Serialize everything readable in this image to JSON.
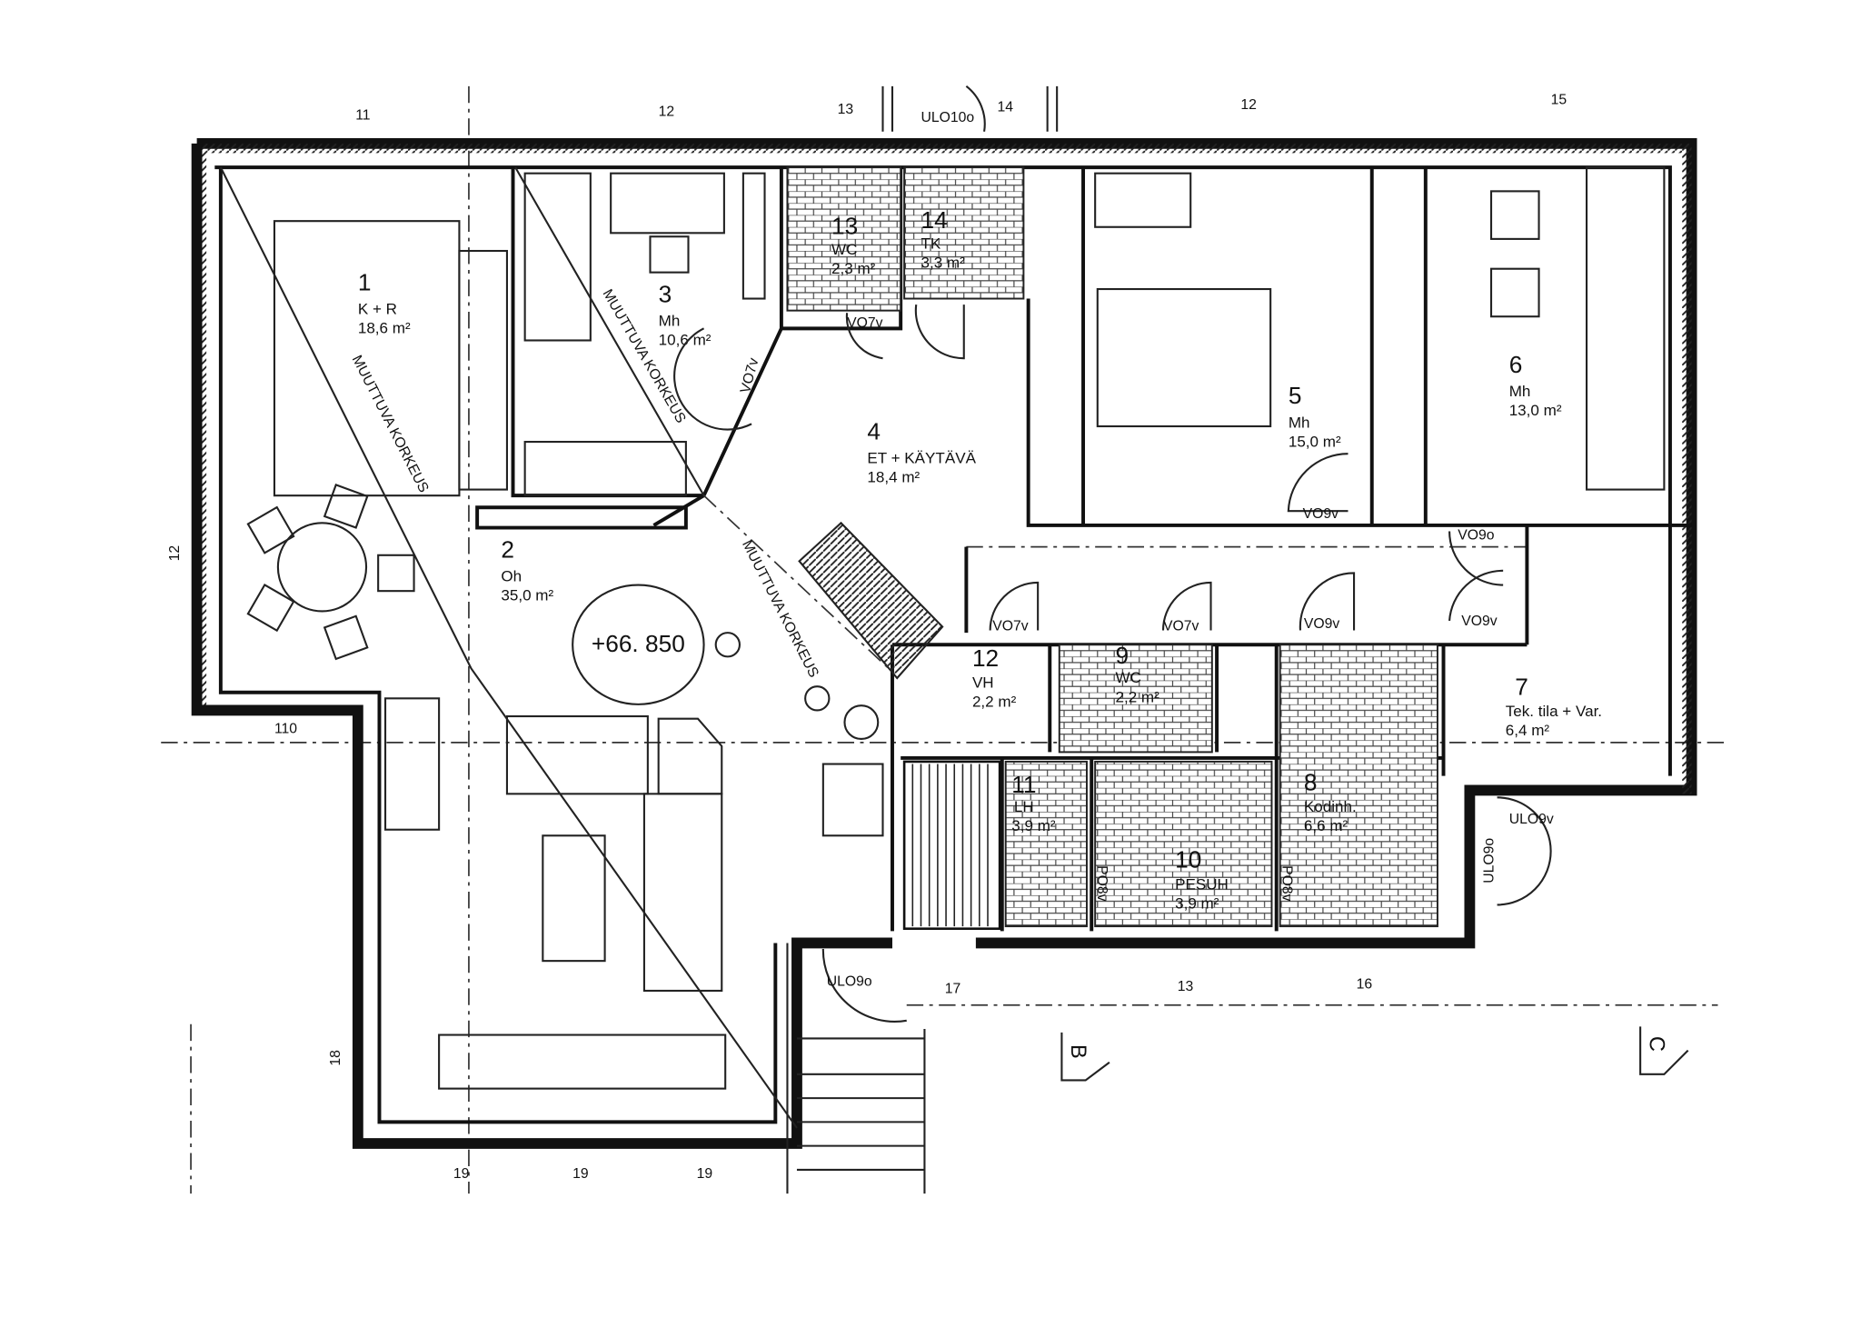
{
  "rooms": [
    {
      "num": "1",
      "name": "K + R",
      "area": "18,6 m²"
    },
    {
      "num": "2",
      "name": "Oh",
      "area": "35,0 m²"
    },
    {
      "num": "3",
      "name": "Mh",
      "area": "10,6 m²"
    },
    {
      "num": "4",
      "name": "ET + KÄYTÄVÄ",
      "area": "18,4 m²"
    },
    {
      "num": "5",
      "name": "Mh",
      "area": "15,0 m²"
    },
    {
      "num": "6",
      "name": "Mh",
      "area": "13,0 m²"
    },
    {
      "num": "7",
      "name": "Tek. tila + Var.",
      "area": "6,4 m²"
    },
    {
      "num": "8",
      "name": "Kodinh.",
      "area": "6,6 m²"
    },
    {
      "num": "9",
      "name": "WC",
      "area": "2,2 m²"
    },
    {
      "num": "10",
      "name": "PESUH",
      "area": "3,9 m²"
    },
    {
      "num": "11",
      "name": "LH",
      "area": "3,9 m²"
    },
    {
      "num": "12",
      "name": "VH",
      "area": "2,2 m²"
    },
    {
      "num": "13",
      "name": "WC",
      "area": "2,3 m²"
    },
    {
      "num": "14",
      "name": "TK",
      "area": "3,3 m²"
    }
  ],
  "elevation": "+66. 850",
  "variable_height": "MUUTTUVA KORKEUS",
  "doors": [
    "ULO10o",
    "VO7v",
    "VO7v",
    "VO9v",
    "VO9o",
    "VO7v",
    "VO7v",
    "VO9v",
    "VO9v",
    "ULO9v",
    "ULO9o",
    "ULO9o",
    "PO8v",
    "PO8v"
  ],
  "dimensions": {
    "top": [
      "11",
      "12",
      "13",
      "14",
      "12",
      "15"
    ],
    "left": [
      "12",
      "110",
      "18"
    ],
    "bottom": [
      "17",
      "13",
      "16",
      "19",
      "19",
      "19"
    ]
  },
  "sections": [
    "B",
    "C"
  ]
}
